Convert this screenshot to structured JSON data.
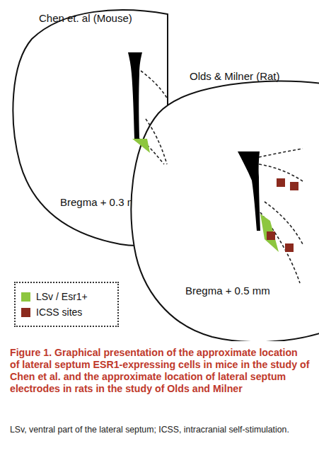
{
  "diagram": {
    "caption": "Figure 1. Graphical presentation of the approximate location of lateral septum ESR1-expressing cells in mice in the study of Chen et al. and the approximate location of lateral septum electrodes in rats in the study of Olds and Milner",
    "nodes": [
      {
        "text": [
          "Chen et. al (Mouse)",
          "Bregma + 0.3 mm"
        ]
      },
      {
        "text": [
          "Olds & Milner (Rat)",
          "Bregma + 0.5 mm"
        ]
      }
    ],
    "labels": [
      "LSv, ventral part of the lateral septum; ICSS, intracranial self-stimulation."
    ],
    "legend": [
      {
        "text": "LSv / Esr1+",
        "color": "#8dc63f"
      },
      {
        "text": "ICSS sites",
        "color": "#8b2a1e"
      }
    ]
  }
}
